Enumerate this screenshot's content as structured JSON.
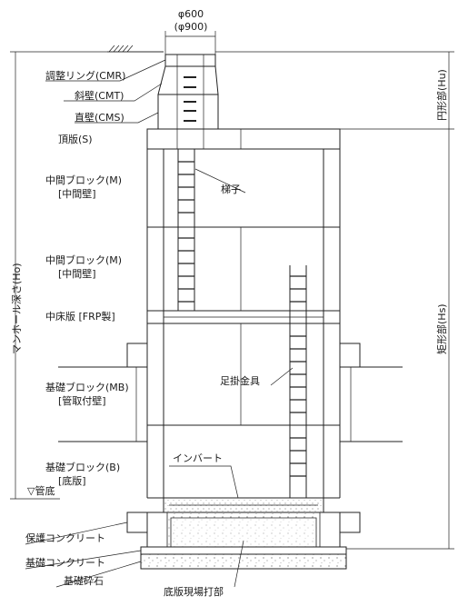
{
  "diameter": {
    "top": "φ600",
    "bottom": "(φ900)"
  },
  "labels": {
    "cmr": "調整リング(CMR)",
    "cmt": "斜壁(CMT)",
    "cms": "直壁(CMS)",
    "top_slab": "頂版(S)",
    "mid1_a": "中間ブロック(M)",
    "mid1_b": "[中間壁]",
    "ladder": "梯子",
    "mid2_a": "中間ブロック(M)",
    "mid2_b": "[中間壁]",
    "mid_floor": "中床版 [FRP製]",
    "step": "足掛金具",
    "mb_a": "基礎ブロック(MB)",
    "mb_b": "[管取付壁]",
    "invert": "インバート",
    "b_a": "基礎ブロック(B)",
    "b_b": "[底版]",
    "pipe_bottom": "▽管底",
    "protect": "保護コンクリート",
    "foundation": "基礎コンクリート",
    "gravel": "基礎砕石",
    "cast": "底版現場打部"
  },
  "dims": {
    "ho": "マンホール深さ(Ho)",
    "hu": "円形部(Hu)",
    "hs": "矩形部(Hs)"
  }
}
